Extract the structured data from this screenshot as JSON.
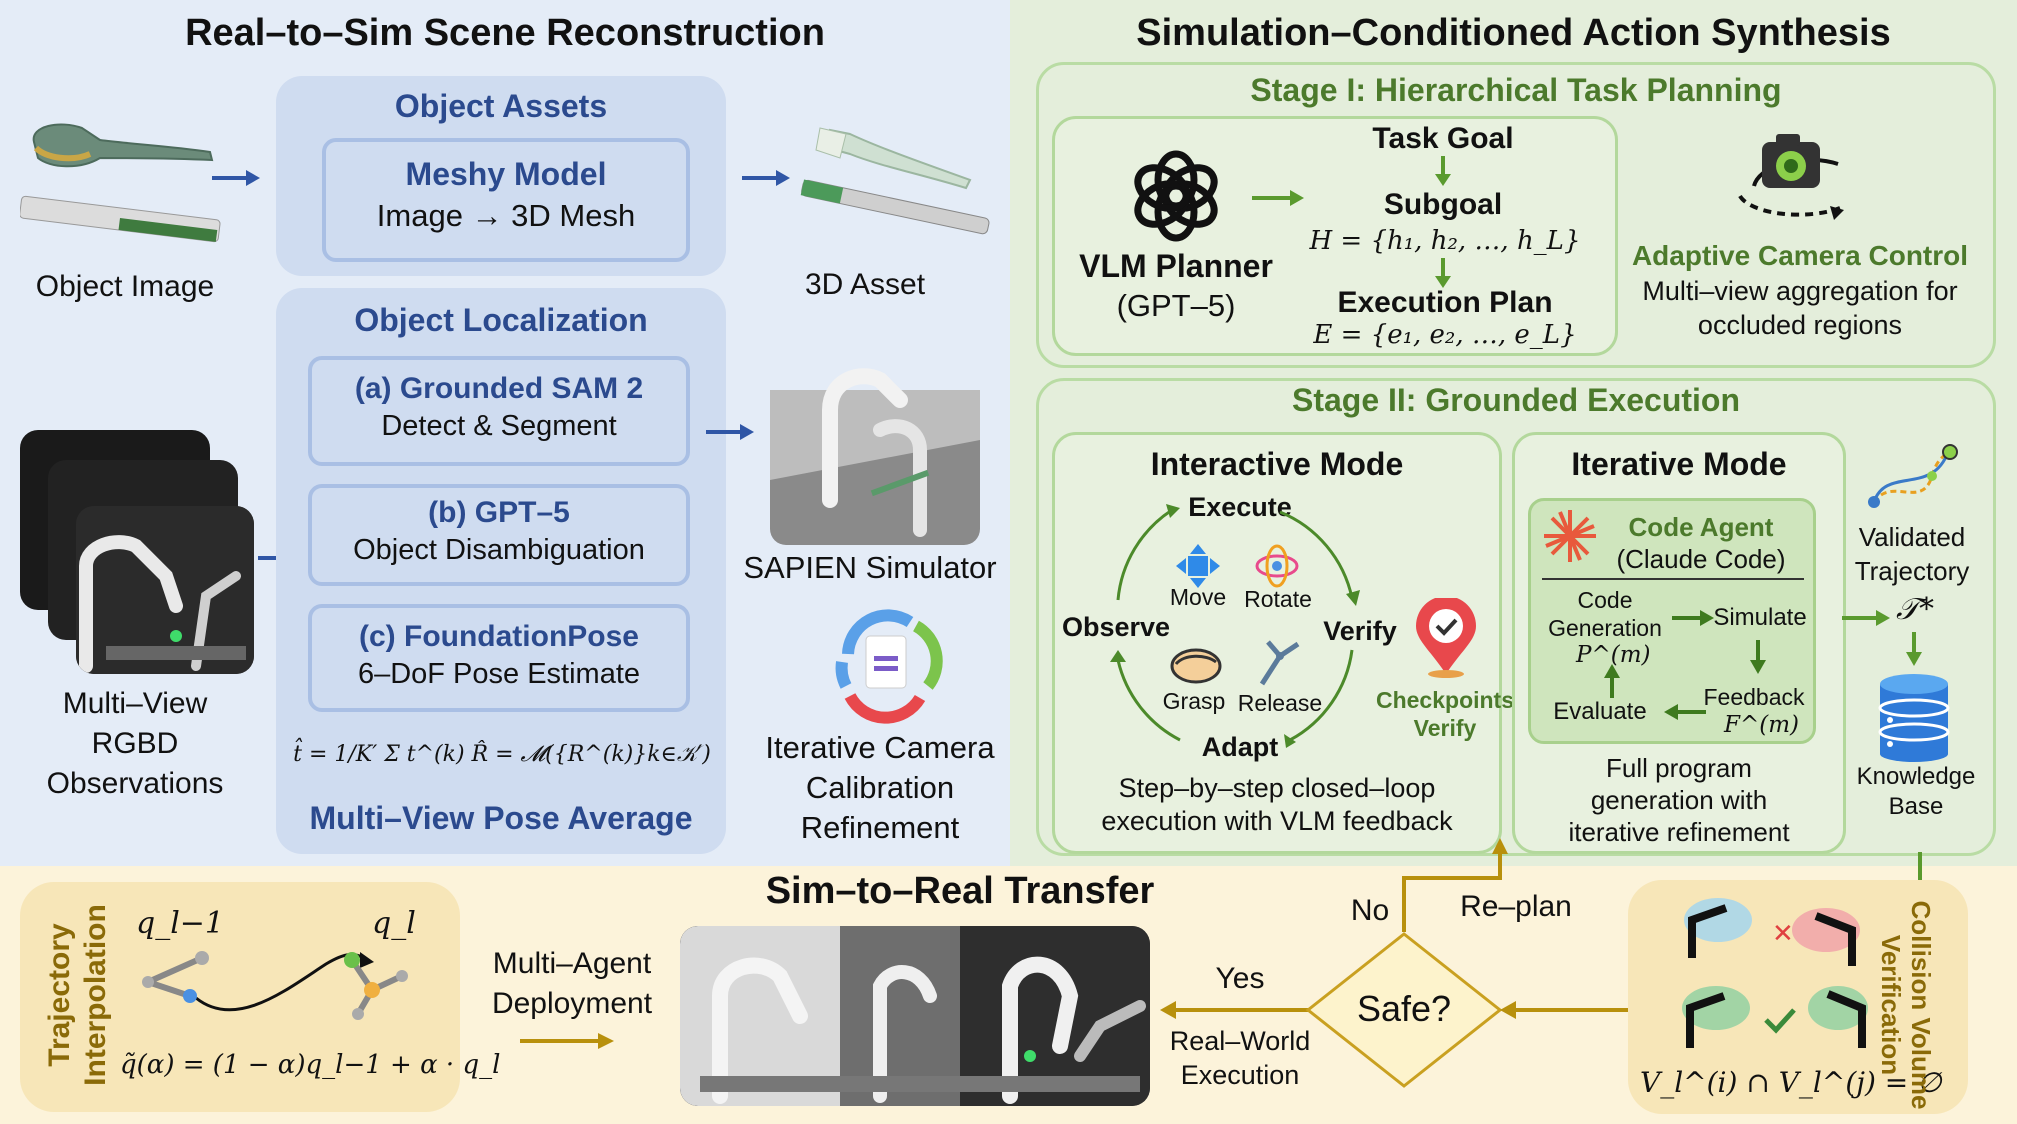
{
  "left": {
    "title": "Real–to–Sim Scene Reconstruction",
    "object_image_label": "Object Image",
    "asset_label": "3D Asset",
    "object_assets": {
      "title": "Object Assets",
      "meshy_title": "Meshy Model",
      "meshy_sub": "Image → 3D Mesh"
    },
    "localization": {
      "title": "Object Localization",
      "a_title": "(a) Grounded SAM 2",
      "a_sub": "Detect & Segment",
      "b_title": "(b) GPT–5",
      "b_sub": "Object Disambiguation",
      "c_title": "(c) FoundationPose",
      "c_sub": "6–DoF Pose Estimate",
      "formula": "t̂ = 1/K′ Σ t^(k)   R̂ = 𝓜({R^(k)}k∈𝒦′)",
      "avg_label": "Multi–View Pose Average"
    },
    "multiview_label": [
      "Multi–View",
      "RGBD",
      "Observations"
    ],
    "sim_label": "SAPIEN Simulator",
    "calib_label": [
      "Iterative Camera",
      "Calibration",
      "Refinement"
    ]
  },
  "right": {
    "title": "Simulation–Conditioned Action Synthesis",
    "stage1": {
      "title": "Stage I: Hierarchical Task Planning",
      "planner_name": "VLM Planner",
      "planner_model": "(GPT–5)",
      "task_goal": "Task Goal",
      "subgoal": "Subgoal",
      "subgoal_formula": "H = {h₁, h₂, …, h_L}",
      "exec_plan": "Execution Plan",
      "exec_formula": "E = {e₁, e₂, …, e_L}",
      "camera_title": "Adaptive Camera Control",
      "camera_sub": [
        "Multi–view aggregation for",
        "occluded regions"
      ]
    },
    "stage2": {
      "title": "Stage II: Grounded Execution",
      "interactive": {
        "title": "Interactive Mode",
        "execute": "Execute",
        "verify": "Verify",
        "adapt": "Adapt",
        "observe": "Observe",
        "move": "Move",
        "rotate": "Rotate",
        "grasp": "Grasp",
        "release": "Release",
        "checkpoints": [
          "Checkpoints",
          "Verify"
        ],
        "caption": [
          "Step–by–step closed–loop",
          "execution with VLM feedback"
        ]
      },
      "iterative": {
        "title": "Iterative Mode",
        "agent_title": "Code Agent",
        "agent_sub": "(Claude Code)",
        "codegen": [
          "Code",
          "Generation"
        ],
        "codegen_formula": "P^(m)",
        "simulate": "Simulate",
        "feedback": "Feedback",
        "feedback_formula": "F^(m)",
        "evaluate": "Evaluate",
        "caption": [
          "Full program",
          "generation with",
          "iterative refinement"
        ]
      },
      "validated": [
        "Validated",
        "Trajectory"
      ],
      "tau": "𝒯*",
      "kb": [
        "Knowledge",
        "Base"
      ]
    }
  },
  "bottom": {
    "title": "Sim–to–Real Transfer",
    "interp_title": [
      "Trajectory",
      "Interpolation"
    ],
    "q_prev": "q_l−1",
    "q_l": "q_l",
    "interp_formula": "q̃(α) = (1 − α)q_l−1 + α · q_l",
    "deploy": [
      "Multi–Agent",
      "Deployment"
    ],
    "safe": "Safe?",
    "yes": "Yes",
    "no": "No",
    "replan": "Re–plan",
    "real_exec": [
      "Real–World",
      "Execution"
    ],
    "collision": [
      "Collision Volume",
      "Verification"
    ],
    "collision_formula": "V_l^(i) ∩ V_l^(j) = ∅"
  },
  "colors": {
    "blue_arrow": "#2f56a6",
    "green_arrow": "#5a9a2e",
    "gold_arrow": "#b8900c",
    "dark_blue_text": "#2b4a8e",
    "green_text": "#4c7a2c",
    "gold_text": "#8a6a08"
  }
}
